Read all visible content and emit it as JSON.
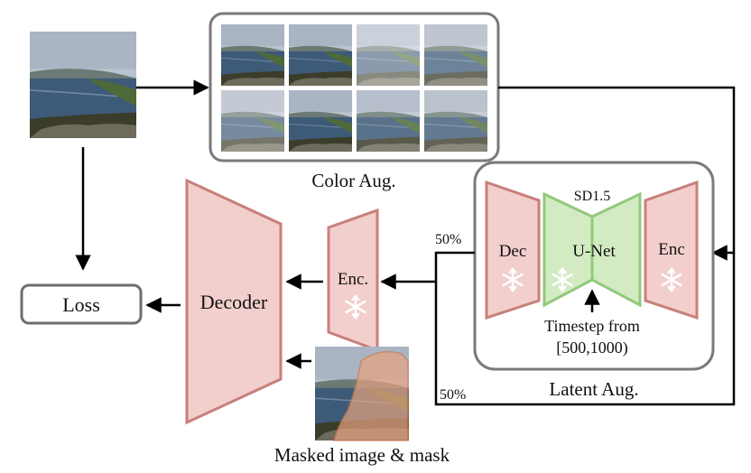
{
  "labels": {
    "color_aug": "Color Aug.",
    "latent_aug": "Latent Aug.",
    "loss": "Loss",
    "decoder": "Decoder",
    "enc_small": "Enc.",
    "dec": "Dec",
    "unet": "U-Net",
    "enc": "Enc",
    "sd": "SD1.5",
    "timestep_line1": "Timestep from",
    "timestep_line2": "[500,1000)",
    "masked": "Masked image & mask",
    "pct_top": "50%",
    "pct_bottom": "50%"
  },
  "colors": {
    "red_fill": "#f2cfcc",
    "red_stroke": "#c87f7b",
    "green_fill": "#d3ebc3",
    "green_stroke": "#92c97c",
    "frame": "#7a7a7a"
  },
  "icons": [
    "snowflake-icon"
  ]
}
